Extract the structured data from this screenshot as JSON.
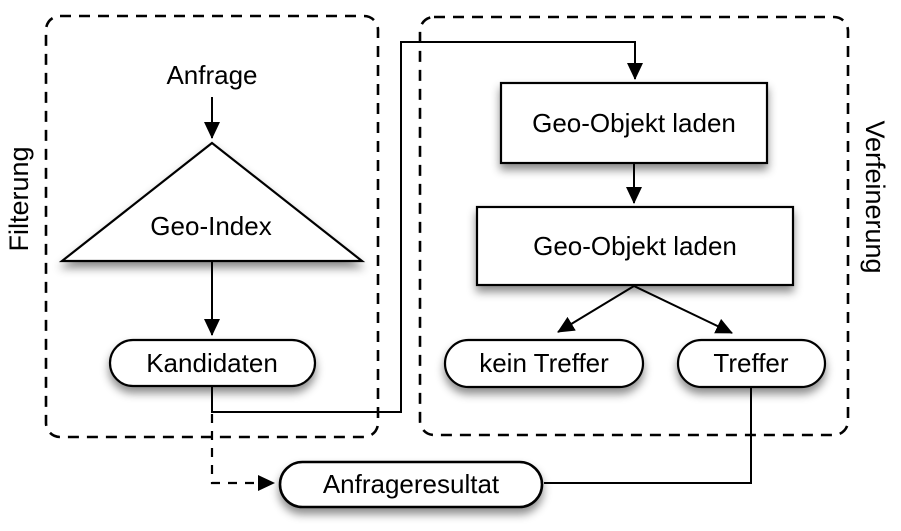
{
  "diagram": {
    "background": "#ffffff",
    "stroke_color": "#000000",
    "node_fill": "#ffffff",
    "groups": {
      "filterung": {
        "label": "Filterung"
      },
      "verfeinerung": {
        "label": "Verfeinerung"
      }
    },
    "nodes": {
      "anfrage": {
        "label": "Anfrage",
        "type": "plain-text"
      },
      "geo_index": {
        "label": "Geo-Index",
        "type": "triangle"
      },
      "kandidaten": {
        "label": "Kandidaten",
        "type": "pill"
      },
      "geo_objekt_laden_1": {
        "label": "Geo-Objekt laden",
        "type": "rect"
      },
      "geo_objekt_laden_2": {
        "label": "Geo-Objekt laden",
        "type": "rect"
      },
      "kein_treffer": {
        "label": "kein Treffer",
        "type": "pill"
      },
      "treffer": {
        "label": "Treffer",
        "type": "pill"
      },
      "anfrageresultat": {
        "label": "Anfrageresultat",
        "type": "pill"
      }
    },
    "edges": [
      {
        "from": "anfrage",
        "to": "geo_index",
        "style": "solid-arrow"
      },
      {
        "from": "geo_index",
        "to": "kandidaten",
        "style": "solid-arrow"
      },
      {
        "from": "kandidaten",
        "to": "geo_objekt_laden_1",
        "style": "solid-arrow-routed"
      },
      {
        "from": "geo_objekt_laden_1",
        "to": "geo_objekt_laden_2",
        "style": "solid-arrow"
      },
      {
        "from": "geo_objekt_laden_2",
        "to": "kein_treffer",
        "style": "solid-arrow"
      },
      {
        "from": "geo_objekt_laden_2",
        "to": "treffer",
        "style": "solid-arrow"
      },
      {
        "from": "treffer",
        "to": "anfrageresultat",
        "style": "solid-line-routed"
      },
      {
        "from": "kandidaten",
        "to": "anfrageresultat",
        "style": "dashed-arrow"
      }
    ]
  }
}
